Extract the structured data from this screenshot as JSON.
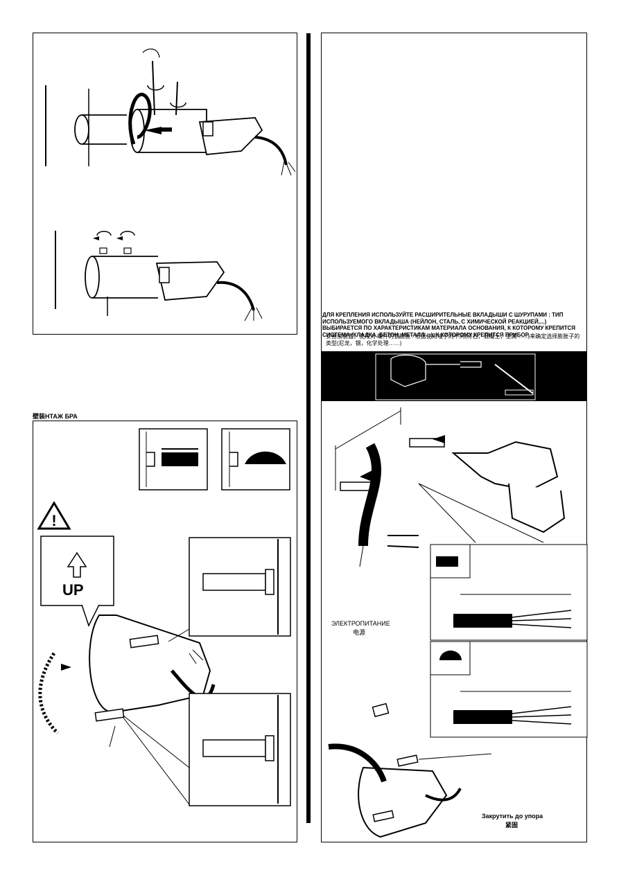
{
  "header": {
    "section_title": "壁装НТАЖ БРА"
  },
  "warning": {
    "up_label": "UP"
  },
  "notice": {
    "ru_text": "ДЛЯ КРЕПЛЕНИЯ ИСПОЛЬЗУЙТЕ РАСШИРИТЕЛЬНЫЕ ВКЛАДЫШИ С ШУРУПАМИ : ТИП ИСПОЛЬЗУЕМОГО ВКЛАДЫША (НЕЙЛОН, СТАЛЬ, С ХИМИЧЕСКОЙ РЕАКЦИЕЙ,...) ВЫБИРАЕТСЯ ПО ХАРАКТЕРИСТИКАМ МАТЕРИАЛА ОСНОВАНИЯ, К КОТОРОМУ КРЕПИТСЯ СИСТЕМА (КЛАДКА, БЕТОН, МЕТАЛЛ ...), К КОТОРОМУ КРЕПИТСЯ ПРИБОР.",
    "zh_text": "妥善加装置，使用对 螺件的钢膨胀 : 根据使用墙子的不同(砖石，混凝土，金属……)来确定选择膨胀子的类型(尼龙，钢，化学处理……)"
  },
  "power_supply": {
    "ru": "ЭЛЕКТРОПИТАНИЕ",
    "zh": "电源"
  },
  "tighten": {
    "ru": "Закрутить до упора",
    "zh": "紧固"
  },
  "colors": {
    "ink": "#000000",
    "paper": "#ffffff",
    "grey": "#888888"
  }
}
